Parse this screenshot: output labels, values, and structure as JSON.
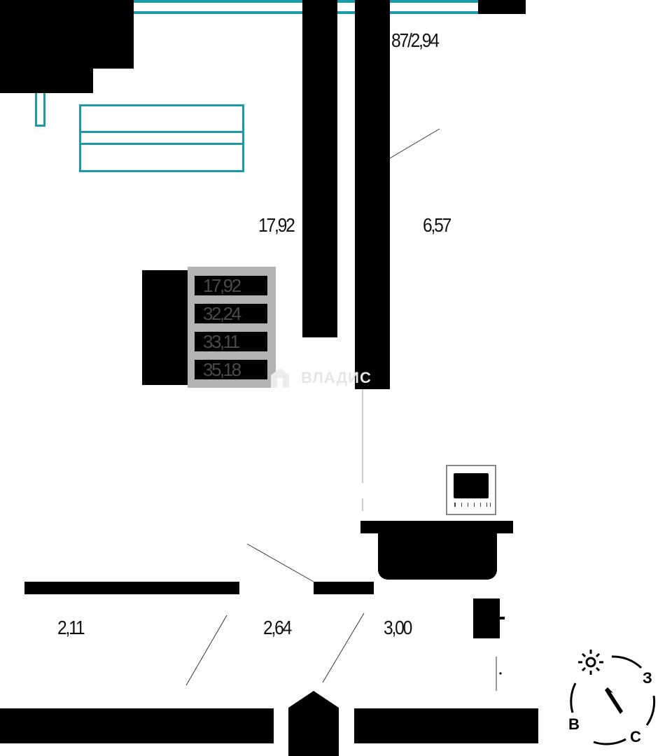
{
  "plan": {
    "room_areas": {
      "top_right": "87/2,94",
      "living": "17,92",
      "kitchen": "6,57",
      "bath": "2,11",
      "hall": "2,64",
      "toilet": "3,00"
    },
    "legend": {
      "rows": [
        "17,92",
        "32,24",
        "33,11",
        "35,18"
      ]
    },
    "watermark": "ВЛАДИС",
    "compass": {
      "east": "З",
      "west": "В",
      "south": "С"
    },
    "colors": {
      "wall": "#000000",
      "window": "#1e9aa6",
      "legend_frame": "#b3b3b3"
    }
  }
}
